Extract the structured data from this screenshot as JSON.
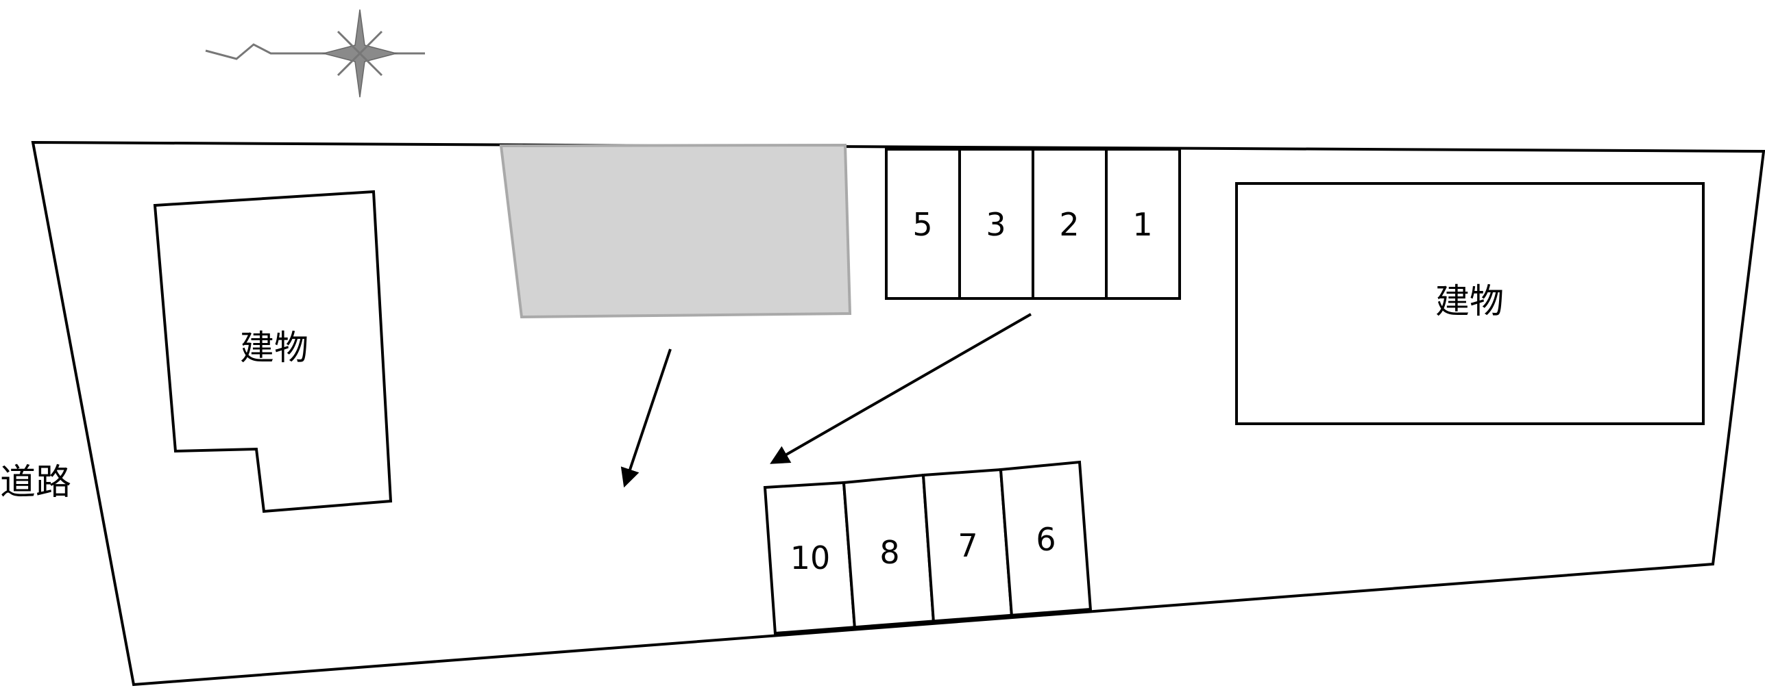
{
  "title": "",
  "compass": {
    "icon": "compass-north-arrow-icon",
    "color": "#888888"
  },
  "road": {
    "label": "道路"
  },
  "buildings": {
    "left_label": "建物",
    "right_label": "建物"
  },
  "shaded_area": {
    "color": "#d3d3d3"
  },
  "parking": {
    "top_row": [
      "5",
      "3",
      "2",
      "1"
    ],
    "bottom_row": [
      "10",
      "8",
      "7",
      "6"
    ]
  },
  "arrows": {
    "icon": "arrow-down-left-icon",
    "count": 2
  }
}
